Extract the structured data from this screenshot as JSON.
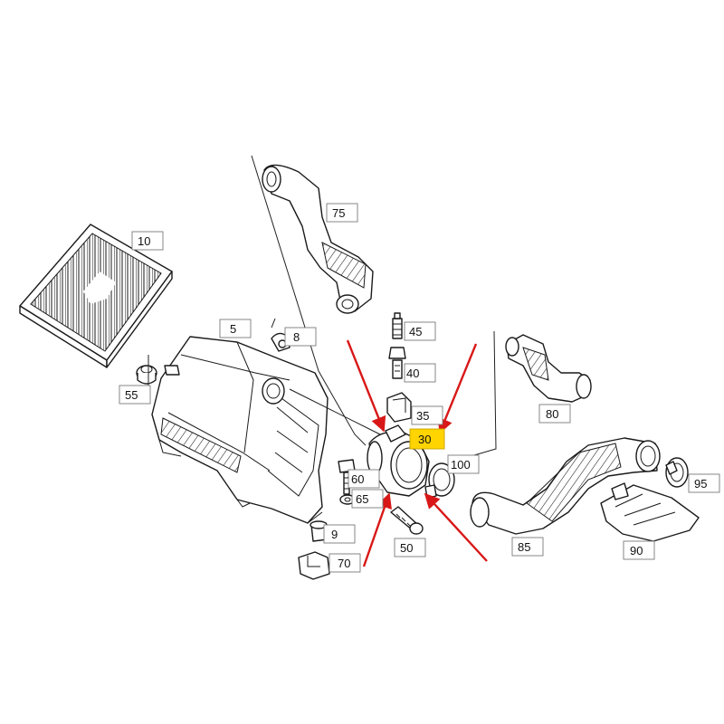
{
  "diagram": {
    "part_labels": [
      "10",
      "5",
      "55",
      "8",
      "75",
      "45",
      "40",
      "35",
      "30",
      "100",
      "60",
      "65",
      "9",
      "70",
      "50",
      "80",
      "85",
      "95",
      "90"
    ],
    "highlighted_label": "30",
    "highlight_color": "#ffd400",
    "arrow_color": "#d81818",
    "arrow_count": 4
  }
}
